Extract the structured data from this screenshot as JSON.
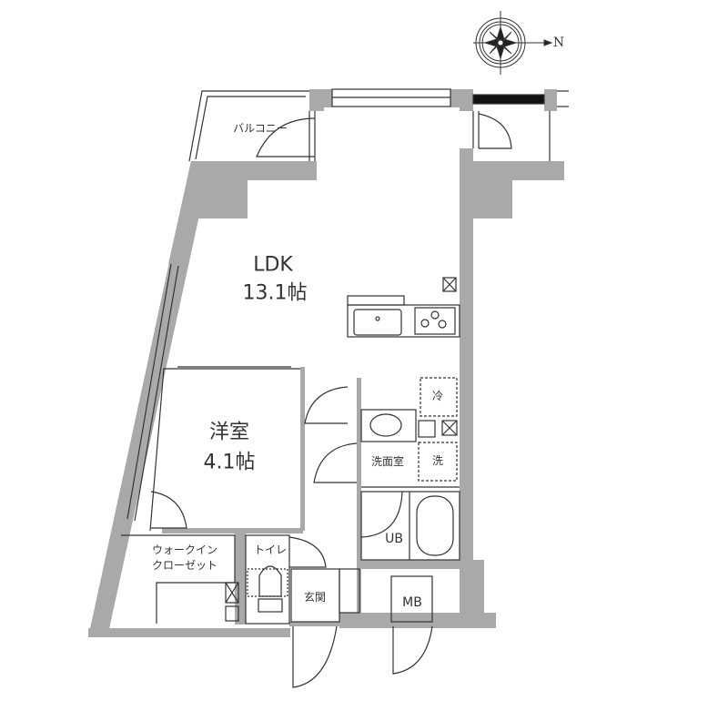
{
  "compass": {
    "north_label": "N"
  },
  "rooms": {
    "balcony": "バルコニー",
    "ldk": {
      "name": "LDK",
      "size": "13.1帖"
    },
    "bedroom": {
      "name": "洋室",
      "size": "4.1帖"
    },
    "walk_in_closet": {
      "line1": "ウォークイン",
      "line2": "クローゼット"
    },
    "toilet": "トイレ",
    "entrance": "玄関",
    "washroom": "洗面室",
    "washer": "洗",
    "fridge": "冷",
    "bath": "UB",
    "meter_box": "MB"
  },
  "colors": {
    "wall": "#a9a9a9",
    "line": "#333333"
  }
}
